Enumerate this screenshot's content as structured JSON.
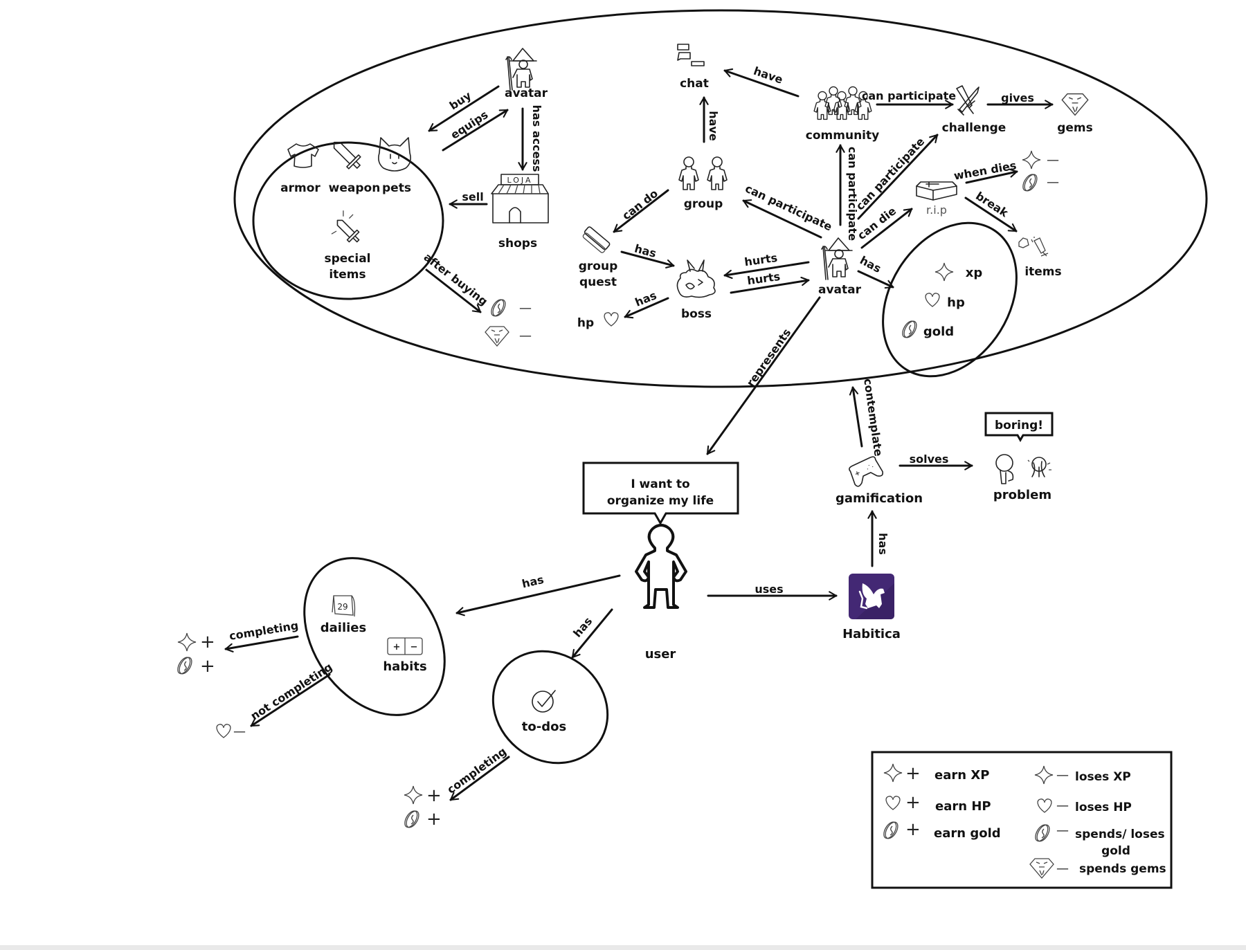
{
  "diagram": {
    "title": "Habitica concept map",
    "game_world": {
      "nodes": {
        "avatar_shop": "avatar",
        "shops": "shops",
        "armor": "armor",
        "weapon": "weapon",
        "pets": "pets",
        "special_items_1": "special",
        "special_items_2": "items",
        "chat": "chat",
        "group": "group",
        "group_quest_1": "group",
        "group_quest_2": "quest",
        "boss": "boss",
        "boss_hp": "hp",
        "community": "community",
        "challenge": "challenge",
        "gems": "gems",
        "avatar_main": "avatar",
        "rip": "r.i.p",
        "items_broken": "items",
        "stat_xp": "xp",
        "stat_hp": "hp",
        "stat_gold": "gold"
      },
      "edges": {
        "buy": "buy",
        "equips": "equips",
        "has_access": "has access",
        "sell": "sell",
        "after_buying": "after buying",
        "community_have": "have",
        "group_have": "have",
        "can_do": "can do",
        "quest_has": "has",
        "boss_has": "has",
        "hurts_1": "hurts",
        "hurts_2": "hurts",
        "avatar_group": "can participate",
        "avatar_community": "can participate",
        "community_challenge": "can participate",
        "avatar_challenge": "can participate",
        "gives": "gives",
        "can_die": "can die",
        "when_dies": "when dies",
        "break": "break",
        "avatar_has": "has"
      },
      "effects": {
        "after_buying": [
          "gold-icon —",
          "gem-icon —"
        ],
        "when_dies": [
          "xp-icon —",
          "gold-icon —"
        ]
      }
    },
    "real_world": {
      "nodes": {
        "user": "user",
        "speech_1": "I want to",
        "speech_2": "organize my life",
        "habitica": "Habitica",
        "gamification": "gamification",
        "problem": "problem",
        "boring": "boring!",
        "dailies": "dailies",
        "habits": "habits",
        "todos": "to-dos",
        "calendar_day": "29",
        "habit_plus": "+",
        "habit_minus": "−"
      },
      "edges": {
        "represents": "represents",
        "contemplate": "contemplate",
        "solves": "solves",
        "habitica_has": "has",
        "uses": "uses",
        "user_has_tasks": "has",
        "user_has_todos": "has",
        "completing_dailies": "completing",
        "not_completing": "not completing",
        "completing_todos": "completing"
      }
    },
    "symbols": {
      "plus": "+",
      "minus": "—"
    },
    "legend": {
      "left": [
        {
          "icon": "xp-icon",
          "sign": "+",
          "label": "earn XP"
        },
        {
          "icon": "heart-icon",
          "sign": "+",
          "label": "earn HP"
        },
        {
          "icon": "gold-icon",
          "sign": "+",
          "label": "earn gold"
        }
      ],
      "right": [
        {
          "icon": "xp-icon",
          "sign": "—",
          "label": "loses XP"
        },
        {
          "icon": "heart-icon",
          "sign": "—",
          "label": "loses HP"
        },
        {
          "icon": "gold-icon",
          "sign": "—",
          "label_1": "spends/ loses",
          "label_2": "gold"
        },
        {
          "icon": "gem-icon",
          "sign": "—",
          "label": "spends gems"
        }
      ]
    },
    "colors": {
      "habitica_brand": "#432874",
      "ink": "#111111"
    }
  }
}
